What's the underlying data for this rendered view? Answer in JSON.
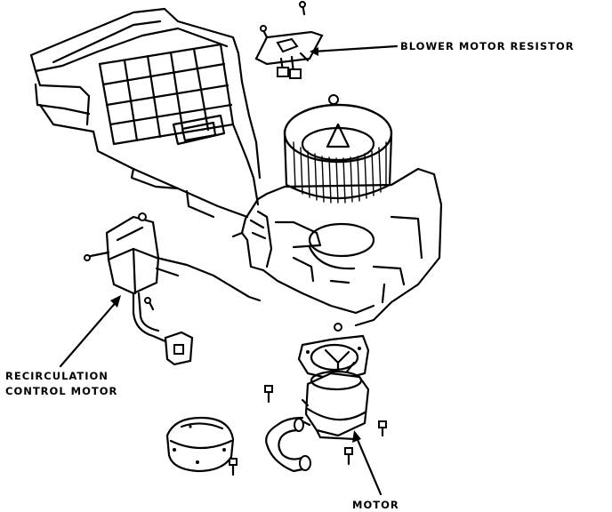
{
  "labels": {
    "blower_motor_resistor": "BLOWER MOTOR RESISTOR",
    "recirculation_line1": "RECIRCULATION",
    "recirculation_line2": "CONTROL MOTOR",
    "motor": "MOTOR"
  },
  "colors": {
    "ink": "#000000",
    "paper": "#ffffff"
  }
}
